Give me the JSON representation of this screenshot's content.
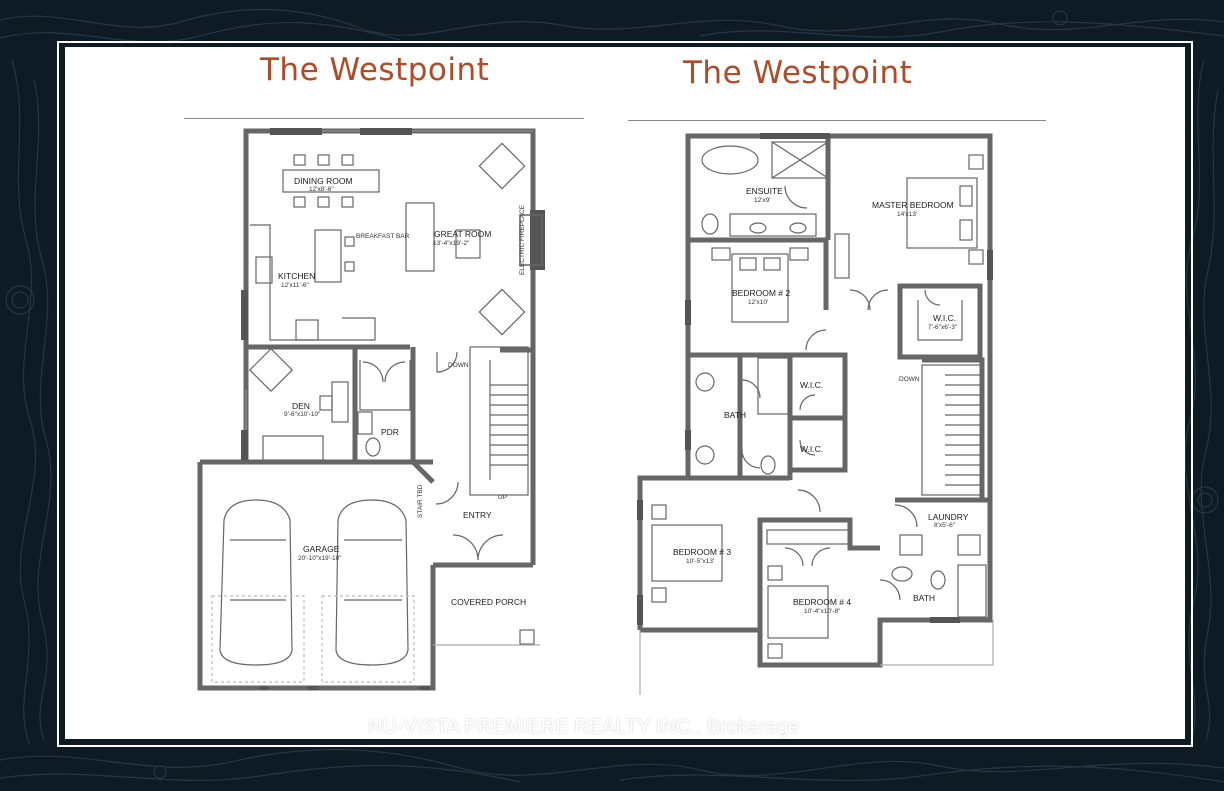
{
  "titles": {
    "left": "The Westpoint",
    "right": "The Westpoint"
  },
  "main_floor": {
    "dining_room": {
      "name": "DINING ROOM",
      "size": "12'x8'-6\""
    },
    "breakfast_bar": "BREAKFAST BAR",
    "great_room": {
      "name": "GREAT ROOM",
      "size": "13'-4\"x19'-2\""
    },
    "electric_fireplace": "ELECTRIC FIREPLACE",
    "kitchen": {
      "name": "KITCHEN",
      "size": "12'x11'-6\""
    },
    "den": {
      "name": "DEN",
      "size": "9'-6\"x10'-10\""
    },
    "pdr": "PDR",
    "down": "DOWN",
    "up": "UP",
    "stair_tbd": "STAIR TBD",
    "entry": "ENTRY",
    "garage": {
      "name": "GARAGE",
      "size": "20'-10\"x19'-10\""
    },
    "covered_porch": "COVERED PORCH"
  },
  "upper_floor": {
    "ensuite": {
      "name": "ENSUITE",
      "size": "12'x9'"
    },
    "master_bedroom": {
      "name": "MASTER BEDROOM",
      "size": "14'x13'"
    },
    "bedroom2": {
      "name": "BEDROOM # 2",
      "size": "12'x10'"
    },
    "wic_master": {
      "name": "W.I.C.",
      "size": "7'-6\"x6'-3\""
    },
    "bath_main": "BATH",
    "wic_a": "W.I.C.",
    "wic_b": "W.I.C.",
    "down": "DOWN",
    "laundry": {
      "name": "LAUNDRY",
      "size": "8'x5'-6\""
    },
    "bedroom3": {
      "name": "BEDROOM # 3",
      "size": "10'-5\"x13'"
    },
    "bedroom4": {
      "name": "BEDROOM # 4",
      "size": "10'-4\"x10'-8\""
    },
    "bath_small": "BATH"
  },
  "watermark": "NU-VISTA PREMIERE REALTY INC., Brokerage",
  "colors": {
    "background": "#0e1a24",
    "title": "#b14a26",
    "wall": "#666666",
    "sheet": "#ffffff"
  }
}
